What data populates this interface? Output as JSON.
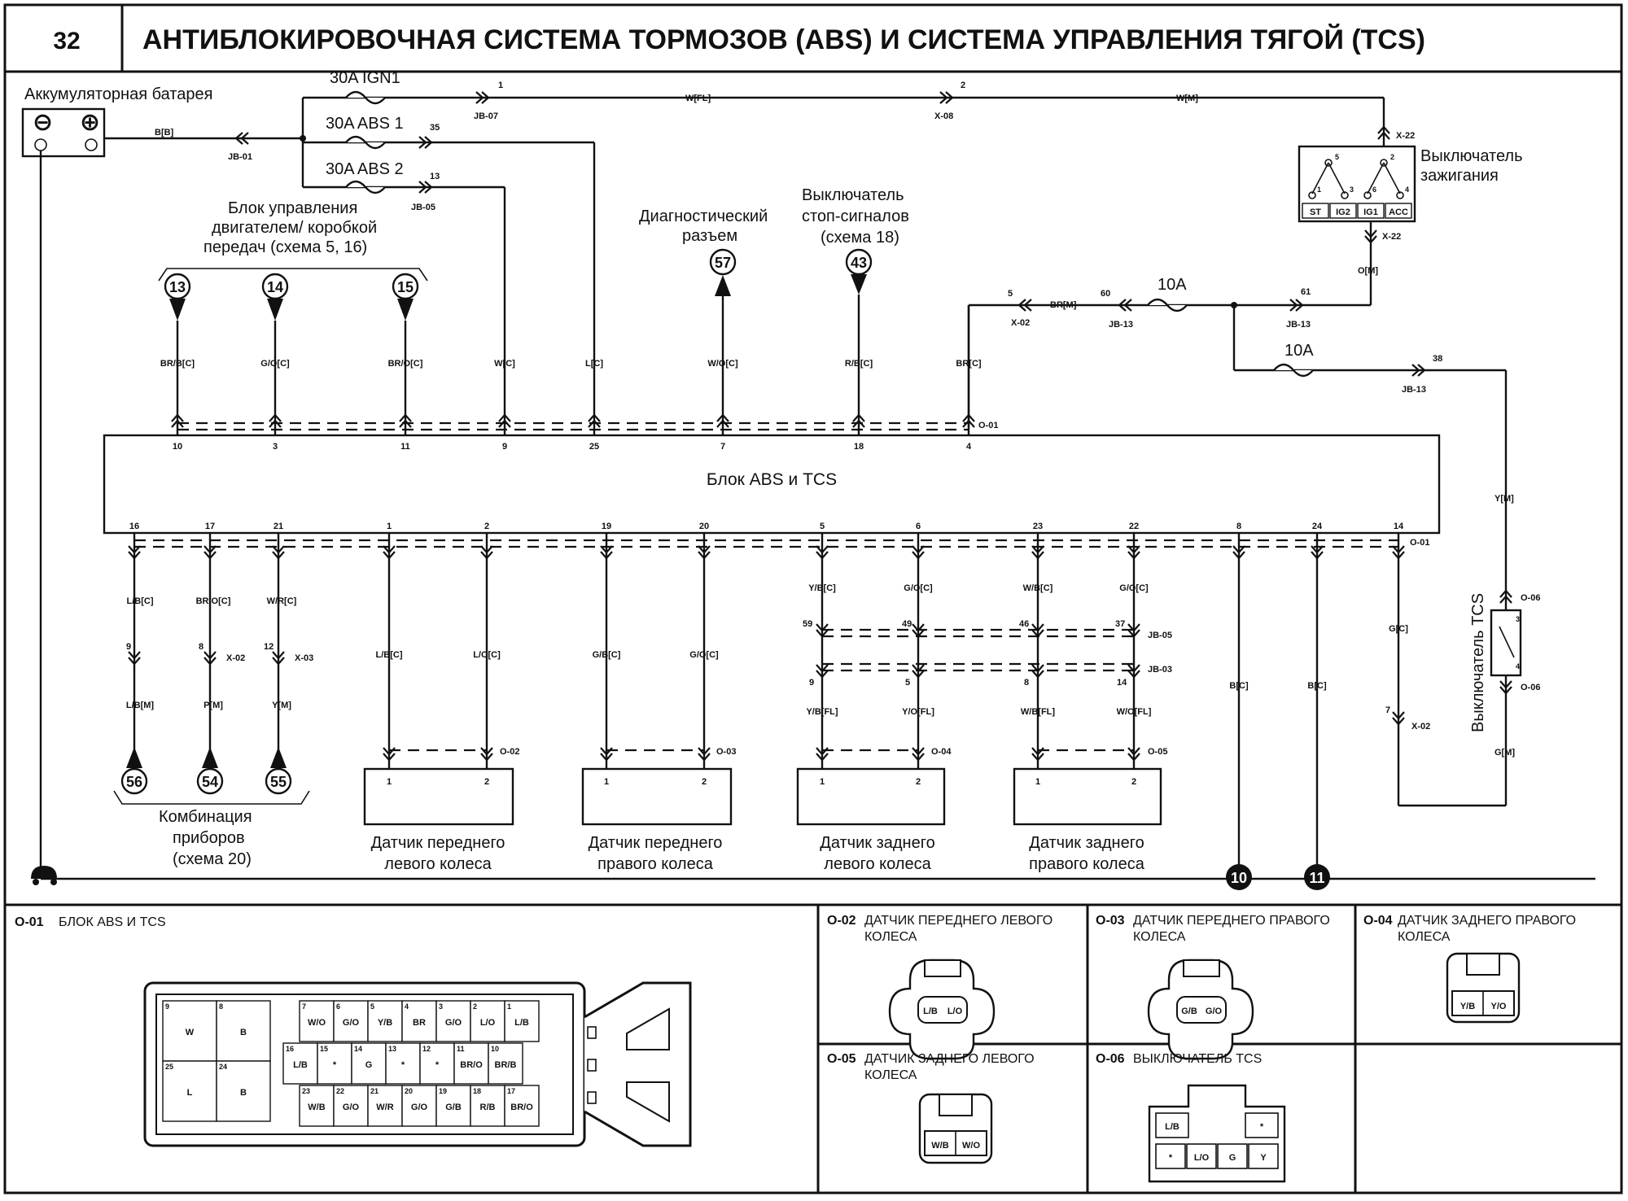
{
  "header": {
    "page_number": "32",
    "title": "АНТИБЛОКИРОВОЧНАЯ СИСТЕМА ТОРМОЗОВ (ABS) И СИСТЕМА УПРАВЛЕНИЯ ТЯГОЙ (TCS)"
  },
  "labels": {
    "battery": "Аккумуляторная батарея",
    "minus": "⊖",
    "plus": "⊕",
    "ignition_switch_1": "Выключатель",
    "ignition_switch_2": "зажигания",
    "engine_unit_1": "Блок управления",
    "engine_unit_2": "двигателем/ коробкой",
    "engine_unit_3": "передач (схема 5, 16)",
    "diag_1": "Диагностический",
    "diag_2": "разъем",
    "stop_1": "Выключатель",
    "stop_2": "стоп-сигналов",
    "stop_3": "(схема 18)",
    "abs_unit": "Блок ABS и TCS",
    "cluster_1": "Комбинация",
    "cluster_2": "приборов",
    "cluster_3": "(схема 20)",
    "tcs_switch": "Выключатель TCS",
    "sensor_fl_1": "Датчик переднего",
    "sensor_fl_2": "левого колеса",
    "sensor_fr_1": "Датчик переднего",
    "sensor_fr_2": "правого колеса",
    "sensor_rl_1": "Датчик заднего",
    "sensor_rl_2": "левого колеса",
    "sensor_rr_1": "Датчик заднего",
    "sensor_rr_2": "правого колеса"
  },
  "fuses": {
    "ign1": "30A IGN1",
    "abs1": "30A ABS 1",
    "abs2": "30A ABS 2",
    "f10a_1": "10A",
    "f10a_2": "10A"
  },
  "connectors": {
    "jb01": "JB-01",
    "jb07": "JB-07",
    "jb05": "JB-05",
    "jb05b": "JB-05",
    "jb03": "JB-03",
    "x08": "X-08",
    "x22a": "X-22",
    "x22b": "X-22",
    "x02a": "X-02",
    "jb13a": "JB-13",
    "jb13b": "JB-13",
    "jb13c": "JB-13",
    "o01a": "O-01",
    "o01b": "O-01",
    "x02b": "X-02",
    "x03": "X-03",
    "x02c": "X-02",
    "o02": "O-02",
    "o03": "O-03",
    "o04": "O-04",
    "o05": "O-05",
    "o06a": "O-06",
    "o06b": "O-06"
  },
  "wires": {
    "bb": "B[B]",
    "wfl": "W[FL]",
    "wm": "W[M]",
    "om": "O[M]",
    "brm": "BR[M]",
    "ym": "Y[M]",
    "gm": "G[M]",
    "top": [
      "BR/B[C]",
      "G/O[C]",
      "BR/O[C]",
      "W[C]",
      "L[C]",
      "W/O[C]",
      "R/B[C]",
      "BR[C]"
    ],
    "bottom_c": [
      "L/B[C]",
      "BR/O[C]",
      "W/R[C]",
      "L/B[C]",
      "L/O[C]",
      "G/B[C]",
      "G/O[C]",
      "Y/B[C]",
      "G/O[C]",
      "W/B[C]",
      "G/O[C]",
      "B[C]",
      "B[C]",
      "G[C]"
    ],
    "bottom_m": [
      "L/B[M]",
      "P[M]",
      "Y[M]"
    ],
    "rear_fl": [
      "Y/B[FL]",
      "Y/O[FL]",
      "W/B[FL]",
      "W/O[FL]"
    ]
  },
  "pins": {
    "top": [
      "10",
      "3",
      "11",
      "9",
      "25",
      "7",
      "18",
      "4"
    ],
    "bottom": [
      "16",
      "17",
      "21",
      "1",
      "2",
      "19",
      "20",
      "5",
      "6",
      "23",
      "22",
      "8",
      "24",
      "14"
    ],
    "misc": {
      "p1": "1",
      "p2": "2",
      "p35": "35",
      "p13": "13",
      "p5": "5",
      "p60": "60",
      "p61": "61",
      "p38": "38",
      "p9": "9",
      "p8": "8",
      "p12": "12",
      "p59": "59",
      "p49": "49",
      "p46": "46",
      "p37": "37",
      "p9b": "9",
      "p5b": "5",
      "p8b": "8",
      "p14": "14",
      "p7": "7",
      "p3": "3",
      "p4": "4"
    }
  },
  "ign_switch": {
    "pos": [
      "ST",
      "IG2",
      "IG1",
      "ACC"
    ],
    "pins": [
      "5",
      "2",
      "1",
      "3",
      "6",
      "4"
    ]
  },
  "circles": {
    "c13": "13",
    "c14": "14",
    "c15": "15",
    "c57": "57",
    "c43": "43",
    "c56": "56",
    "c54": "54",
    "c55": "55",
    "c10": "10",
    "c11": "11"
  },
  "bottom_panel": {
    "o01": {
      "code": "O-01",
      "title": "БЛОК ABS И TCS"
    },
    "o02": {
      "code": "O-02",
      "title_1": "ДАТЧИК ПЕРЕДНЕГО ЛЕВОГО",
      "title_2": "КОЛЕСА",
      "pins": [
        "L/B",
        "L/O"
      ]
    },
    "o03": {
      "code": "O-03",
      "title_1": "ДАТЧИК ПЕРЕДНЕГО ПРАВОГО",
      "title_2": "КОЛЕСА",
      "pins": [
        "G/B",
        "G/O"
      ]
    },
    "o04": {
      "code": "O-04",
      "title_1": "ДАТЧИК ЗАДНЕГО ПРАВОГО",
      "title_2": "КОЛЕСА",
      "pins": [
        "Y/B",
        "Y/O"
      ]
    },
    "o05": {
      "code": "O-05",
      "title_1": "ДАТЧИК ЗАДНЕГО ЛЕВОГО",
      "title_2": "КОЛЕСА",
      "pins": [
        "W/B",
        "W/O"
      ]
    },
    "o06": {
      "code": "O-06",
      "title": "ВЫКЛЮЧАТЕЛЬ TCS",
      "pins": [
        "L/B",
        "*",
        "*",
        "L/O",
        "G",
        "Y"
      ]
    },
    "abs_big": [
      {
        "n": "9",
        "t": "W"
      },
      {
        "n": "8",
        "t": "B"
      },
      {
        "n": "25",
        "t": "L"
      },
      {
        "n": "24",
        "t": "B"
      }
    ],
    "abs_row1": [
      {
        "n": "7",
        "t": "W/O"
      },
      {
        "n": "6",
        "t": "G/O"
      },
      {
        "n": "5",
        "t": "Y/B"
      },
      {
        "n": "4",
        "t": "BR"
      },
      {
        "n": "3",
        "t": "G/O"
      },
      {
        "n": "2",
        "t": "L/O"
      },
      {
        "n": "1",
        "t": "L/B"
      }
    ],
    "abs_row2": [
      {
        "n": "16",
        "t": "L/B"
      },
      {
        "n": "15",
        "t": "*"
      },
      {
        "n": "14",
        "t": "G"
      },
      {
        "n": "13",
        "t": "*"
      },
      {
        "n": "12",
        "t": "*"
      },
      {
        "n": "11",
        "t": "BR/O"
      },
      {
        "n": "10",
        "t": "BR/B"
      }
    ],
    "abs_row3": [
      {
        "n": "23",
        "t": "W/B"
      },
      {
        "n": "22",
        "t": "G/O"
      },
      {
        "n": "21",
        "t": "W/R"
      },
      {
        "n": "20",
        "t": "G/O"
      },
      {
        "n": "19",
        "t": "G/B"
      },
      {
        "n": "18",
        "t": "R/B"
      },
      {
        "n": "17",
        "t": "BR/O"
      }
    ]
  }
}
